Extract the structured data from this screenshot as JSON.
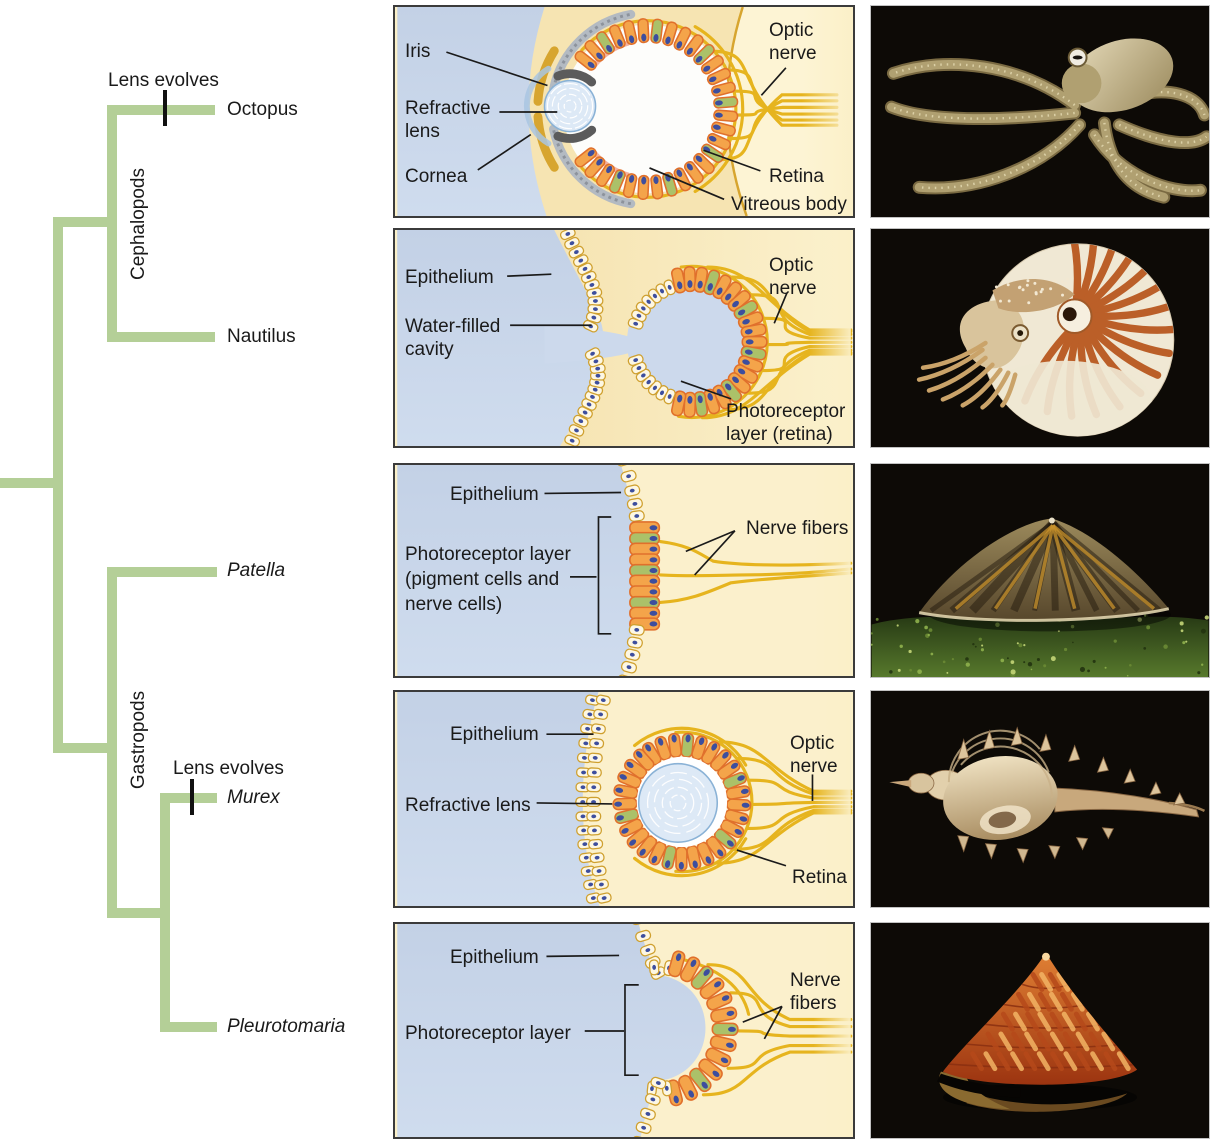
{
  "colors": {
    "branch_green": "#b4cf97",
    "panel_border": "#3b3b3b",
    "bg_blue_top": "#c3d1e6",
    "bg_blue_bottom": "#cfdcee",
    "bg_cream": "#fbf0c8",
    "tissue_cream": "#f6e4b2",
    "tissue_line": "#d7a52f",
    "cell_orange": "#f4a44a",
    "cell_green": "#abc169",
    "cell_border": "#e0702c",
    "epi_fill": "#fdf7e3",
    "epi_border": "#cfa02f",
    "nucleus_blue": "#3d4e9e",
    "nerve_gold": "#e6b41e",
    "lens_fill": "#dde9f6",
    "lens_border": "#8ab2d6",
    "iris_gray": "#5b5b5b",
    "sclera_gray": "#b3bac2",
    "photo_bg": "#0d0a06"
  },
  "tree": {
    "annotations": [
      "Lens evolves",
      "Lens evolves"
    ],
    "clades": {
      "cephalopods": "Cephalopods",
      "gastropods": "Gastropods"
    },
    "taxa": {
      "octopus": "Octopus",
      "nautilus": "Nautilus",
      "patella": "Patella",
      "murex": "Murex",
      "pleurotomaria": "Pleurotomaria"
    }
  },
  "panels": {
    "octopus": {
      "iris": "Iris",
      "refractive_lens": [
        "Refractive",
        "lens"
      ],
      "cornea": "Cornea",
      "optic_nerve": [
        "Optic",
        "nerve"
      ],
      "retina": "Retina",
      "vitreous_body": "Vitreous body"
    },
    "nautilus": {
      "epithelium": "Epithelium",
      "water_cavity": [
        "Water-filled",
        "cavity"
      ],
      "optic_nerve": [
        "Optic",
        "nerve"
      ],
      "photoreceptor": [
        "Photoreceptor",
        "layer (retina)"
      ]
    },
    "patella": {
      "epithelium": "Epithelium",
      "photoreceptor": [
        "Photoreceptor layer",
        "(pigment cells and",
        "nerve cells)"
      ],
      "nerve_fibers": "Nerve fibers"
    },
    "murex": {
      "epithelium": "Epithelium",
      "refractive_lens": "Refractive lens",
      "optic_nerve": [
        "Optic",
        "nerve"
      ],
      "retina": "Retina"
    },
    "pleurotomaria": {
      "epithelium": "Epithelium",
      "photoreceptor": "Photoreceptor layer",
      "nerve_fibers": [
        "Nerve",
        "fibers"
      ]
    }
  }
}
